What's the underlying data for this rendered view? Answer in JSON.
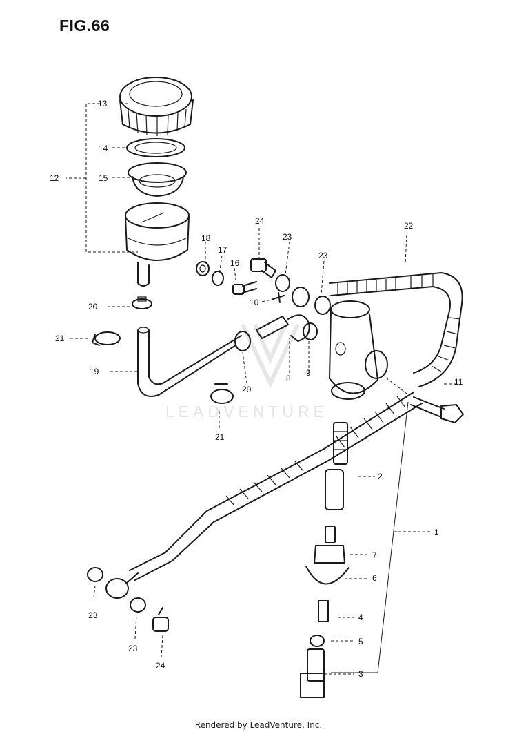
{
  "figure": {
    "title": "FIG.66"
  },
  "watermark": {
    "text": "LEADVENTURE"
  },
  "footer": {
    "text": "Rendered by LeadVenture, Inc."
  },
  "callouts": {
    "p1": "1",
    "p2": "2",
    "p3": "3",
    "p4": "4",
    "p5": "5",
    "p6": "6",
    "p7": "7",
    "p8": "8",
    "p9": "9",
    "p10": "10",
    "p11": "11",
    "p12": "12",
    "p13": "13",
    "p14": "14",
    "p15": "15",
    "p16": "16",
    "p17": "17",
    "p18": "18",
    "p19": "19",
    "p20a": "20",
    "p20b": "20",
    "p21a": "21",
    "p21b": "21",
    "p22": "22",
    "p23a": "23",
    "p23b": "23",
    "p23c": "23",
    "p23d": "23",
    "p24a": "24",
    "p24b": "24"
  },
  "parts": [
    {
      "number": "13",
      "icon": "reservoir-cap-icon"
    },
    {
      "number": "14",
      "icon": "plate-icon"
    },
    {
      "number": "15",
      "icon": "diaphragm-icon"
    },
    {
      "number": "12",
      "icon": "reservoir-tank-icon"
    },
    {
      "number": "19",
      "icon": "hose-icon"
    },
    {
      "number": "20",
      "icon": "clamp-icon"
    },
    {
      "number": "21",
      "icon": "clip-icon"
    },
    {
      "number": "22",
      "icon": "brake-hose-icon"
    },
    {
      "number": "23",
      "icon": "washer-icon"
    },
    {
      "number": "24",
      "icon": "union-bolt-icon"
    },
    {
      "number": "1",
      "icon": "master-cylinder-icon"
    },
    {
      "number": "2",
      "icon": "piston-icon"
    },
    {
      "number": "3",
      "icon": "clevis-icon"
    },
    {
      "number": "11",
      "icon": "bolt-icon"
    }
  ]
}
